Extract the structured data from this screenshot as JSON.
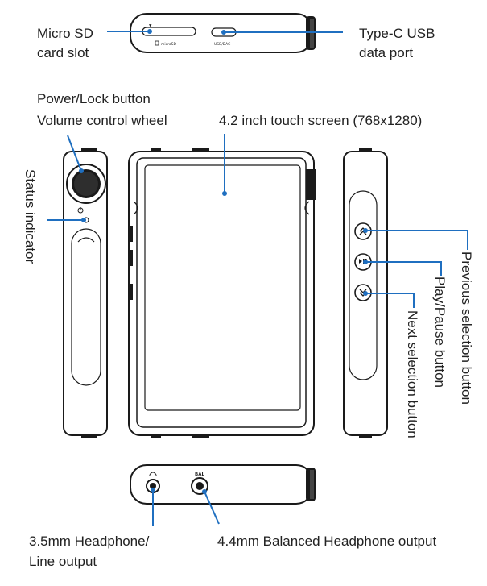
{
  "labels": {
    "micro_sd": [
      "Micro SD",
      "card slot"
    ],
    "type_c": [
      "Type-C USB",
      "data port"
    ],
    "power_lock": "Power/Lock button",
    "volume_wheel": "Volume control wheel",
    "touch_screen": "4.2 inch touch screen (768x1280)",
    "status_indicator": "Status indicator",
    "previous_button": "Previous selection button",
    "play_pause": "Play/Pause button",
    "next_button": "Next selection button",
    "headphone_35": [
      "3.5mm Headphone/",
      "Line output"
    ],
    "balanced_44": "4.4mm Balanced Headphone output"
  },
  "device_text": {
    "microsd_slot": "microSD",
    "usb_port": "USB/DAC",
    "bal_jack": "BAL"
  },
  "icons": {
    "power": "power-icon",
    "previous": "double-chevron-up-icon",
    "play_pause": "play-pause-icon",
    "next": "double-chevron-down-icon",
    "headphone": "headphone-icon"
  },
  "colors": {
    "callout": "#1f6fc0",
    "outline": "#1a1a1a"
  }
}
